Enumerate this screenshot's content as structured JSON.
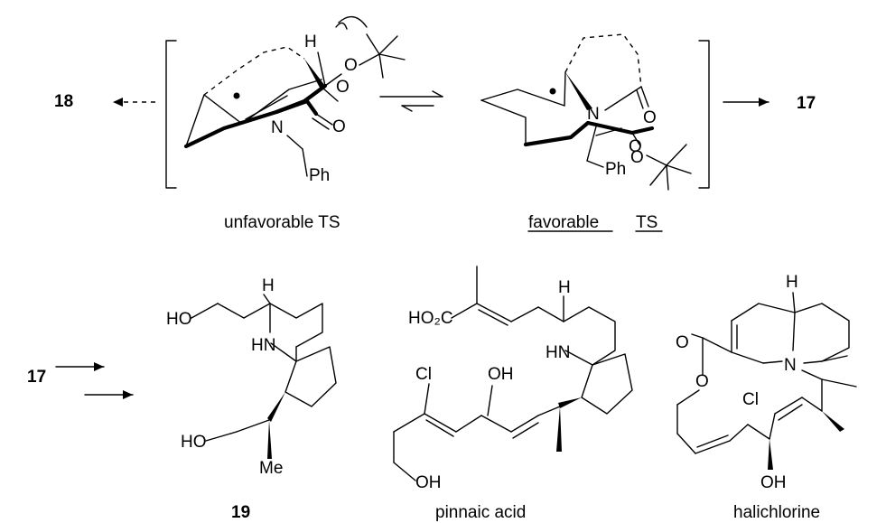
{
  "compounds": {
    "c18": "18",
    "c17_top": "17",
    "c17_bottom": "17",
    "c19": "19"
  },
  "captions": {
    "unfavorable": "unfavorable TS",
    "favorable_1": "favorable",
    "favorable_2": "TS",
    "pinnaic": "pinnaic acid",
    "halichlorine": "halichlorine"
  },
  "atoms": {
    "H": "H",
    "O": "O",
    "N": "N",
    "Ph": "Ph",
    "HO": "HO",
    "HN": "HN",
    "Me": "Me",
    "HO2C": "HO₂C",
    "Cl": "Cl",
    "OH": "OH"
  }
}
